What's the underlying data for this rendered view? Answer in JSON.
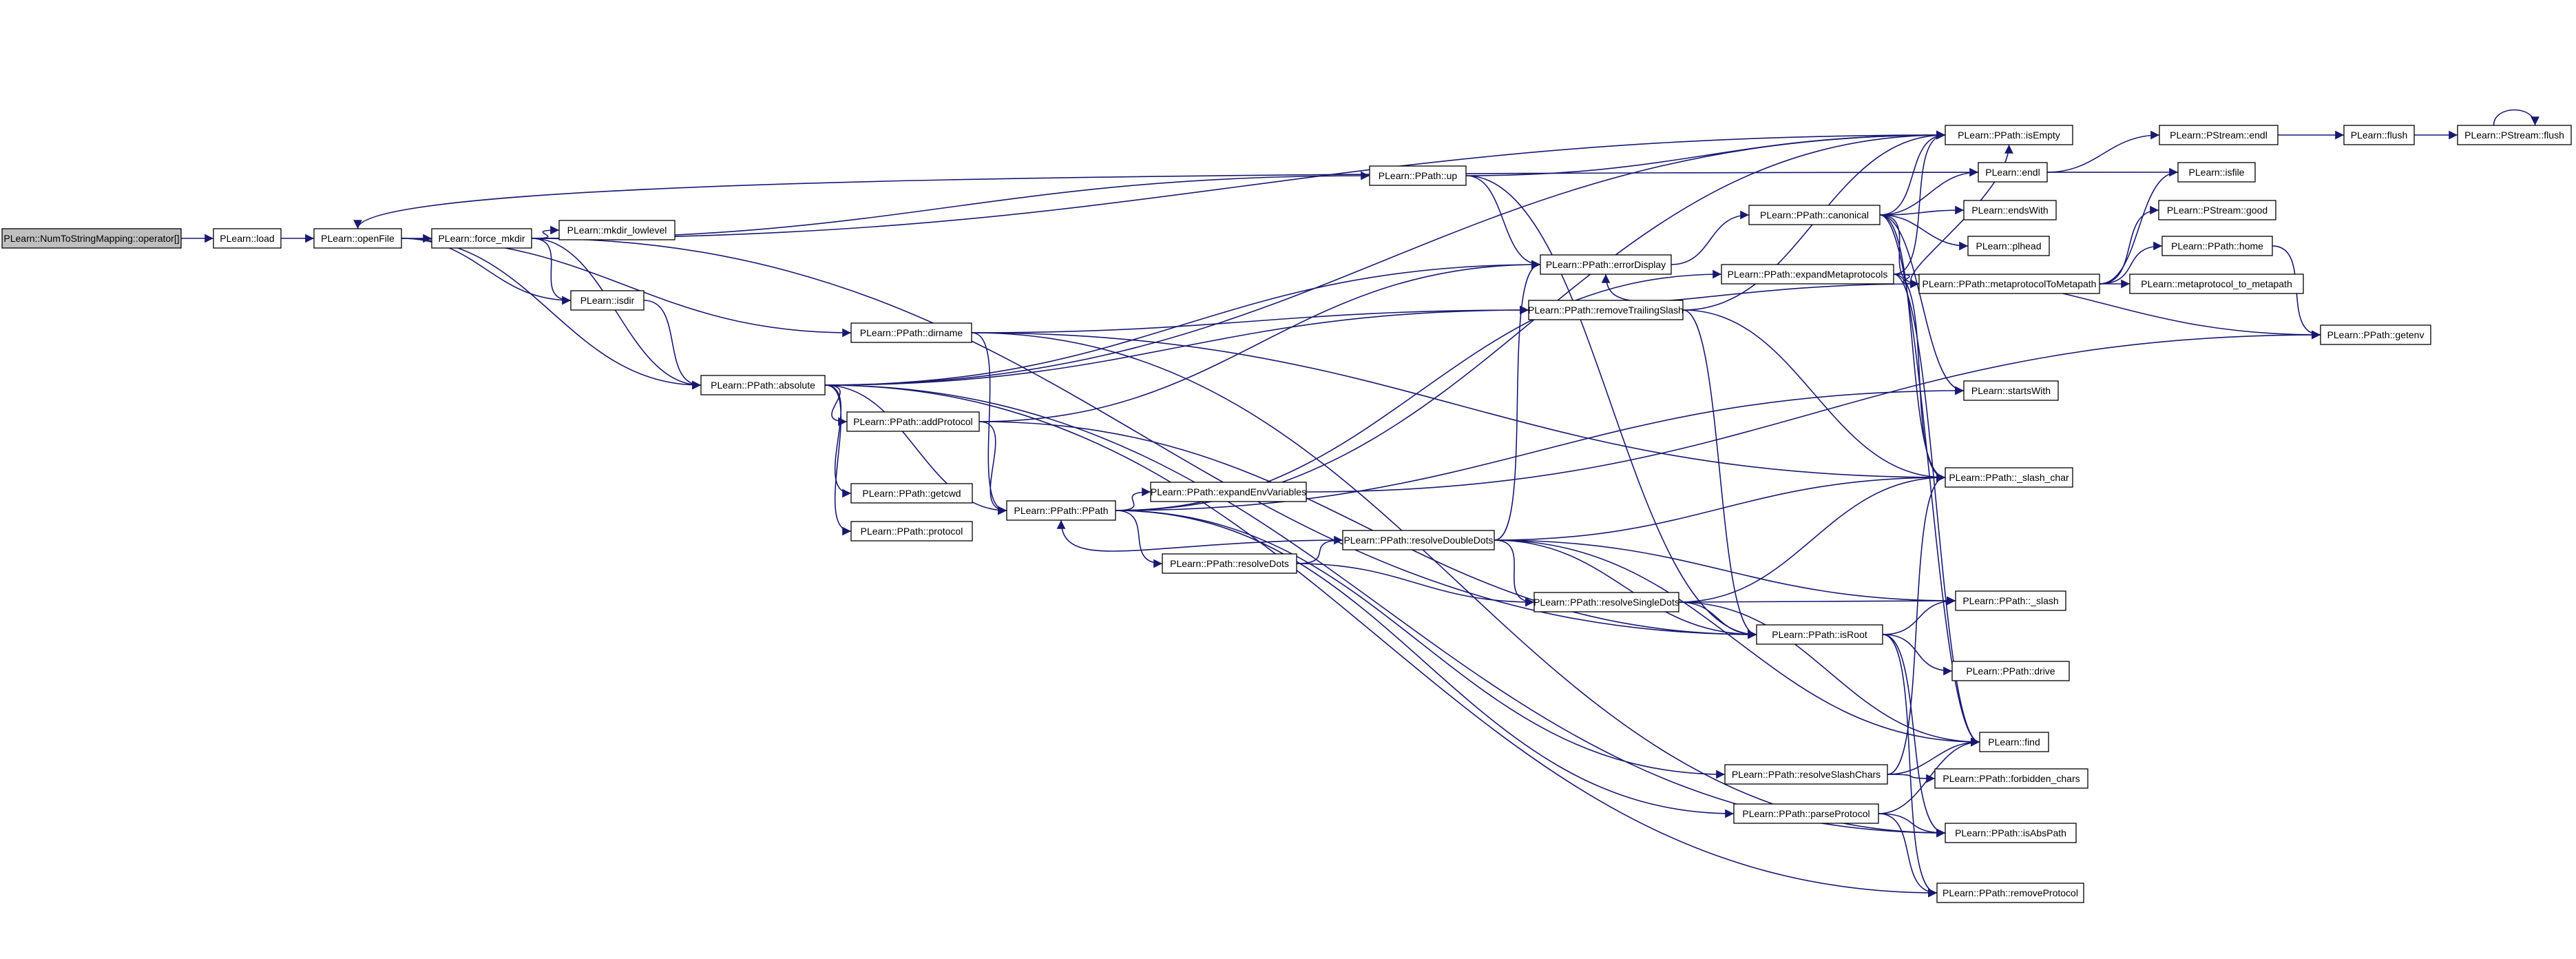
{
  "diagram": {
    "type": "call-graph",
    "edge_color": "#191970",
    "root_fill": "#bfbfbf",
    "nodes": [
      {
        "id": "root",
        "label": "PLearn::NumToStringMapping::operator[]",
        "root": true
      },
      {
        "id": "load",
        "label": "PLearn::load"
      },
      {
        "id": "openFile",
        "label": "PLearn::openFile"
      },
      {
        "id": "force_mkdir",
        "label": "PLearn::force_mkdir"
      },
      {
        "id": "mkdir_lowlevel",
        "label": "PLearn::mkdir_lowlevel"
      },
      {
        "id": "isdir",
        "label": "PLearn::isdir"
      },
      {
        "id": "absolute",
        "label": "PLearn::PPath::absolute"
      },
      {
        "id": "dirname",
        "label": "PLearn::PPath::dirname"
      },
      {
        "id": "addProtocol",
        "label": "PLearn::PPath::addProtocol"
      },
      {
        "id": "getcwd",
        "label": "PLearn::PPath::getcwd"
      },
      {
        "id": "protocol",
        "label": "PLearn::PPath::protocol"
      },
      {
        "id": "ppath",
        "label": "PLearn::PPath::PPath"
      },
      {
        "id": "expandEnv",
        "label": "PLearn::PPath::expandEnvVariables"
      },
      {
        "id": "resolveDots",
        "label": "PLearn::PPath::resolveDots"
      },
      {
        "id": "up",
        "label": "PLearn::PPath::up"
      },
      {
        "id": "errorDisplay",
        "label": "PLearn::PPath::errorDisplay"
      },
      {
        "id": "removeTrailingSlash",
        "label": "PLearn::PPath::removeTrailingSlash"
      },
      {
        "id": "resolveDoubleDots",
        "label": "PLearn::PPath::resolveDoubleDots"
      },
      {
        "id": "resolveSingleDots",
        "label": "PLearn::PPath::resolveSingleDots"
      },
      {
        "id": "canonical",
        "label": "PLearn::PPath::canonical"
      },
      {
        "id": "expandMetaprotocols",
        "label": "PLearn::PPath::expandMetaprotocols"
      },
      {
        "id": "isRoot",
        "label": "PLearn::PPath::isRoot"
      },
      {
        "id": "resolveSlashChars",
        "label": "PLearn::PPath::resolveSlashChars"
      },
      {
        "id": "parseProtocol",
        "label": "PLearn::PPath::parseProtocol"
      },
      {
        "id": "isEmpty",
        "label": "PLearn::PPath::isEmpty"
      },
      {
        "id": "endl",
        "label": "PLearn::endl"
      },
      {
        "id": "endsWith",
        "label": "PLearn::endsWith"
      },
      {
        "id": "plhead",
        "label": "PLearn::plhead"
      },
      {
        "id": "metaToMeta",
        "label": "PLearn::PPath::metaprotocolToMetapath"
      },
      {
        "id": "startsWith",
        "label": "PLearn::startsWith"
      },
      {
        "id": "slash_char",
        "label": "PLearn::PPath::_slash_char"
      },
      {
        "id": "slash",
        "label": "PLearn::PPath::_slash"
      },
      {
        "id": "drive",
        "label": "PLearn::PPath::drive"
      },
      {
        "id": "find",
        "label": "PLearn::find"
      },
      {
        "id": "forbidden",
        "label": "PLearn::PPath::forbidden_chars"
      },
      {
        "id": "isAbsPath",
        "label": "PLearn::PPath::isAbsPath"
      },
      {
        "id": "removeProtocol",
        "label": "PLearn::PPath::removeProtocol"
      },
      {
        "id": "ps_endl",
        "label": "PLearn::PStream::endl"
      },
      {
        "id": "isfile",
        "label": "PLearn::isfile"
      },
      {
        "id": "ps_good",
        "label": "PLearn::PStream::good"
      },
      {
        "id": "home",
        "label": "PLearn::PPath::home"
      },
      {
        "id": "meta_to_meta",
        "label": "PLearn::metaprotocol_to_metapath"
      },
      {
        "id": "getenv",
        "label": "PLearn::PPath::getenv"
      },
      {
        "id": "flush",
        "label": "PLearn::flush"
      },
      {
        "id": "ps_flush",
        "label": "PLearn::PStream::flush"
      }
    ],
    "edges": [
      [
        "root",
        "load"
      ],
      [
        "load",
        "openFile"
      ],
      [
        "openFile",
        "force_mkdir"
      ],
      [
        "openFile",
        "isdir"
      ],
      [
        "openFile",
        "absolute"
      ],
      [
        "openFile",
        "dirname"
      ],
      [
        "force_mkdir",
        "mkdir_lowlevel"
      ],
      [
        "force_mkdir",
        "isdir"
      ],
      [
        "force_mkdir",
        "absolute"
      ],
      [
        "force_mkdir",
        "up"
      ],
      [
        "force_mkdir",
        "isEmpty"
      ],
      [
        "force_mkdir",
        "isRoot"
      ],
      [
        "isdir",
        "absolute"
      ],
      [
        "absolute",
        "isEmpty"
      ],
      [
        "absolute",
        "removeTrailingSlash"
      ],
      [
        "absolute",
        "addProtocol"
      ],
      [
        "absolute",
        "getcwd"
      ],
      [
        "absolute",
        "protocol"
      ],
      [
        "absolute",
        "ppath"
      ],
      [
        "absolute",
        "errorDisplay"
      ],
      [
        "absolute",
        "isAbsPath"
      ],
      [
        "absolute",
        "removeProtocol"
      ],
      [
        "dirname",
        "ppath"
      ],
      [
        "dirname",
        "removeTrailingSlash"
      ],
      [
        "dirname",
        "slash_char"
      ],
      [
        "dirname",
        "isAbsPath"
      ],
      [
        "addProtocol",
        "ppath"
      ],
      [
        "addProtocol",
        "errorDisplay"
      ],
      [
        "addProtocol",
        "isRoot"
      ],
      [
        "ppath",
        "expandEnv"
      ],
      [
        "ppath",
        "resolveDots"
      ],
      [
        "ppath",
        "expandMetaprotocols"
      ],
      [
        "ppath",
        "startsWith"
      ],
      [
        "ppath",
        "isEmpty"
      ],
      [
        "ppath",
        "resolveSlashChars"
      ],
      [
        "ppath",
        "parseProtocol"
      ],
      [
        "resolveDots",
        "resolveDoubleDots"
      ],
      [
        "resolveDots",
        "resolveSingleDots"
      ],
      [
        "expandEnv",
        "getenv"
      ],
      [
        "up",
        "isEmpty"
      ],
      [
        "up",
        "errorDisplay"
      ],
      [
        "up",
        "isRoot"
      ],
      [
        "errorDisplay",
        "canonical"
      ],
      [
        "removeTrailingSlash",
        "isEmpty"
      ],
      [
        "removeTrailingSlash",
        "slash_char"
      ],
      [
        "removeTrailingSlash",
        "isRoot"
      ],
      [
        "resolveDoubleDots",
        "ppath"
      ],
      [
        "resolveDoubleDots",
        "errorDisplay"
      ],
      [
        "resolveDoubleDots",
        "resolveSingleDots"
      ],
      [
        "resolveDoubleDots",
        "isRoot"
      ],
      [
        "resolveDoubleDots",
        "slash_char"
      ],
      [
        "resolveDoubleDots",
        "slash"
      ],
      [
        "resolveDoubleDots",
        "find"
      ],
      [
        "resolveSingleDots",
        "slash"
      ],
      [
        "resolveSingleDots",
        "isRoot"
      ],
      [
        "resolveSingleDots",
        "find"
      ],
      [
        "resolveSingleDots",
        "slash_char"
      ],
      [
        "canonical",
        "isEmpty"
      ],
      [
        "canonical",
        "endl"
      ],
      [
        "canonical",
        "endsWith"
      ],
      [
        "canonical",
        "plhead"
      ],
      [
        "canonical",
        "metaToMeta"
      ],
      [
        "canonical",
        "startsWith"
      ],
      [
        "canonical",
        "slash_char"
      ],
      [
        "canonical",
        "find"
      ],
      [
        "expandMetaprotocols",
        "isEmpty"
      ],
      [
        "expandMetaprotocols",
        "metaToMeta"
      ],
      [
        "expandMetaprotocols",
        "getenv"
      ],
      [
        "expandMetaprotocols",
        "slash_char"
      ],
      [
        "expandMetaprotocols",
        "find"
      ],
      [
        "isRoot",
        "slash"
      ],
      [
        "isRoot",
        "drive"
      ],
      [
        "isRoot",
        "isAbsPath"
      ],
      [
        "isRoot",
        "removeProtocol"
      ],
      [
        "resolveSlashChars",
        "find"
      ],
      [
        "resolveSlashChars",
        "forbidden"
      ],
      [
        "resolveSlashChars",
        "slash_char"
      ],
      [
        "parseProtocol",
        "isAbsPath"
      ],
      [
        "parseProtocol",
        "removeProtocol"
      ],
      [
        "parseProtocol",
        "find"
      ],
      [
        "metaToMeta",
        "isEmpty"
      ],
      [
        "metaToMeta",
        "errorDisplay"
      ],
      [
        "metaToMeta",
        "isfile"
      ],
      [
        "metaToMeta",
        "ps_good"
      ],
      [
        "metaToMeta",
        "home"
      ],
      [
        "metaToMeta",
        "meta_to_meta"
      ],
      [
        "home",
        "getenv"
      ],
      [
        "endl",
        "ps_endl"
      ],
      [
        "ps_endl",
        "flush"
      ],
      [
        "flush",
        "ps_flush"
      ],
      [
        "ps_flush",
        "ps_flush"
      ],
      [
        "isfile",
        "openFile"
      ]
    ]
  }
}
